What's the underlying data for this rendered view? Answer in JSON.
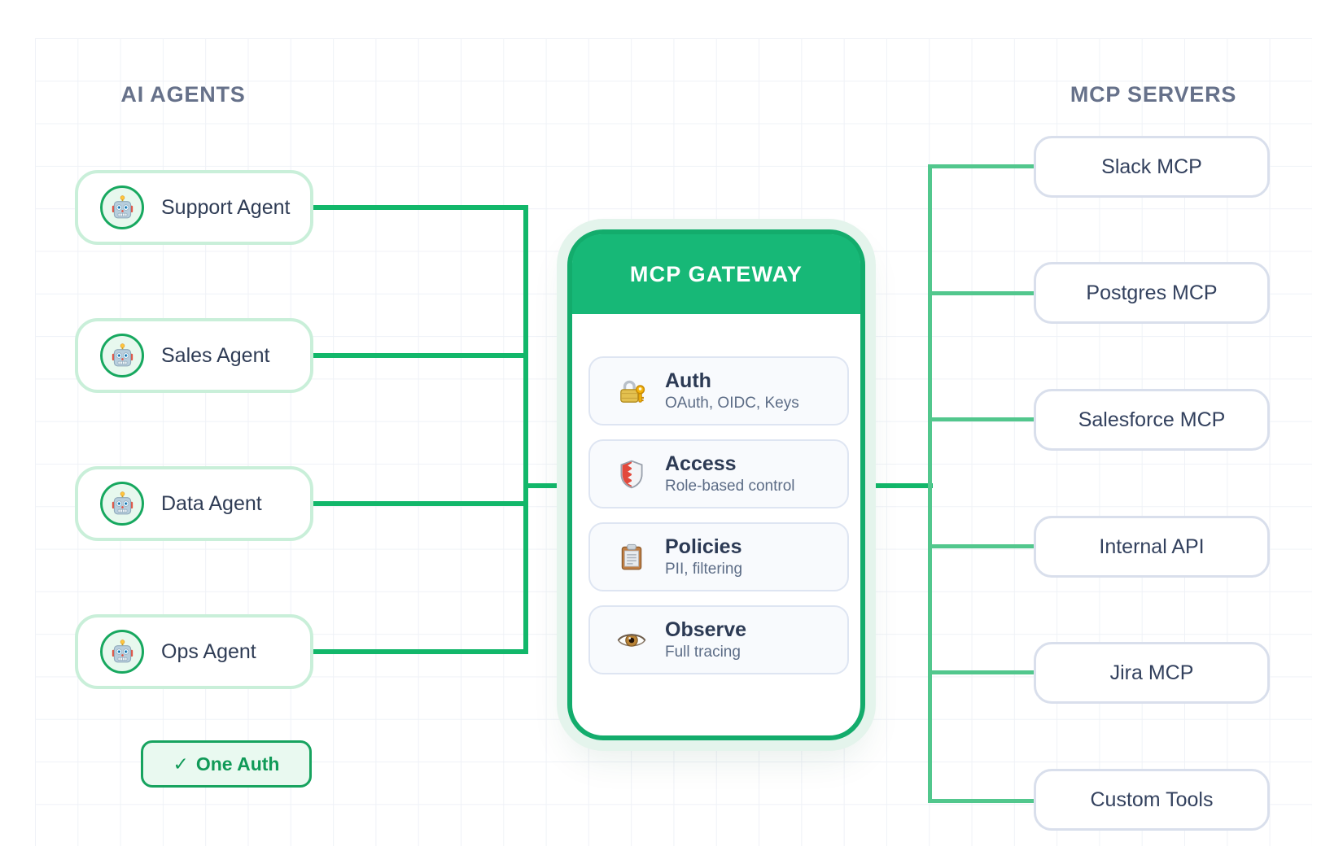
{
  "left_column": {
    "title": "AI AGENTS",
    "agents": [
      {
        "label": "Support Agent",
        "icon": "robot-icon"
      },
      {
        "label": "Sales Agent",
        "icon": "robot-icon"
      },
      {
        "label": "Data Agent",
        "icon": "robot-icon"
      },
      {
        "label": "Ops Agent",
        "icon": "robot-icon"
      }
    ],
    "badge": {
      "check": "✓",
      "label": "One Auth"
    }
  },
  "gateway": {
    "title": "MCP GATEWAY",
    "features": [
      {
        "title": "Auth",
        "subtitle": "OAuth, OIDC, Keys",
        "icon": "lock-with-key-icon"
      },
      {
        "title": "Access",
        "subtitle": "Role-based control",
        "icon": "shield-icon"
      },
      {
        "title": "Policies",
        "subtitle": "PII, filtering",
        "icon": "clipboard-icon"
      },
      {
        "title": "Observe",
        "subtitle": "Full tracing",
        "icon": "eye-icon"
      }
    ]
  },
  "right_column": {
    "title": "MCP SERVERS",
    "servers": [
      {
        "label": "Slack MCP"
      },
      {
        "label": "Postgres MCP"
      },
      {
        "label": "Salesforce MCP"
      },
      {
        "label": "Internal API"
      },
      {
        "label": "Jira MCP"
      },
      {
        "label": "Custom Tools"
      }
    ]
  },
  "colors": {
    "line_dark_green": "#12b76a",
    "line_light_green": "#52c78d",
    "gateway_header_green": "#17b877",
    "gateway_border_green": "#13ac6c",
    "agent_border_green": "#c9efd9",
    "server_border_gray": "#d9dfec",
    "heading_slate": "#66718a",
    "label_slate": "#2f3c55",
    "badge_green": "#109a58"
  }
}
